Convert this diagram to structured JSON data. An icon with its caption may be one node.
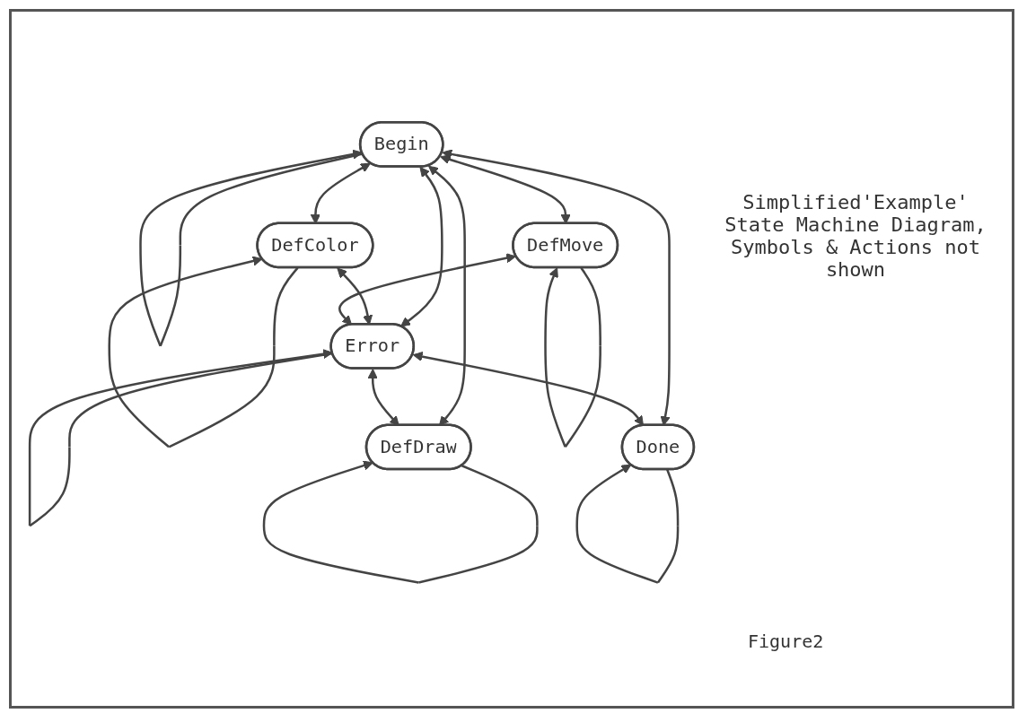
{
  "diagram": {
    "caption": "Figure2",
    "nodes": [
      {
        "text": [
          "Begin"
        ]
      },
      {
        "text": [
          "DefColor"
        ]
      },
      {
        "text": [
          "Error"
        ]
      },
      {
        "text": [
          "DefMove"
        ]
      },
      {
        "text": [
          "DefDraw"
        ]
      },
      {
        "text": [
          "Done"
        ]
      }
    ],
    "edges": [
      {
        "from": 0,
        "to": 0,
        "arrow": "to"
      },
      {
        "from": 0,
        "to": 1,
        "arrow": "both"
      },
      {
        "from": 1,
        "to": 1,
        "arrow": "to"
      },
      {
        "from": 0,
        "to": 4,
        "arrow": "both"
      },
      {
        "from": 0,
        "to": 3,
        "arrow": "both"
      },
      {
        "from": 0,
        "to": 2,
        "arrow": "both"
      },
      {
        "from": 0,
        "to": 5,
        "arrow": "both"
      },
      {
        "from": 1,
        "to": 2,
        "arrow": "both"
      },
      {
        "from": 2,
        "to": 2,
        "arrow": "to"
      },
      {
        "from": 2,
        "to": 4,
        "arrow": "both"
      },
      {
        "from": 3,
        "to": 2,
        "arrow": "both"
      },
      {
        "from": 2,
        "to": 5,
        "arrow": "both"
      },
      {
        "from": 3,
        "to": 3,
        "arrow": "to"
      },
      {
        "from": 4,
        "to": 4,
        "arrow": "to"
      },
      {
        "from": 5,
        "to": 5,
        "arrow": "to"
      }
    ],
    "labels": [
      "Simplified'Example' State Machine Diagram, Symbols & Actions not shown"
    ]
  }
}
